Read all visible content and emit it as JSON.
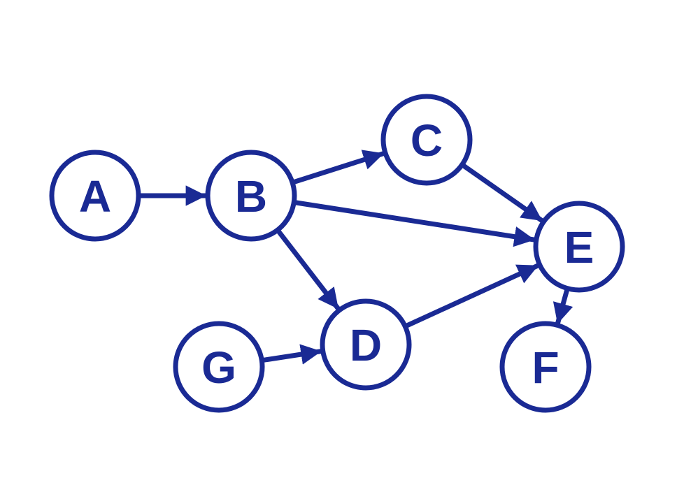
{
  "colors": {
    "stroke": "#1a2a94",
    "label": "#1a2a94",
    "node_fill": "#ffffff",
    "background": "#ffffff"
  },
  "nodes": [
    {
      "id": "A",
      "label": "A"
    },
    {
      "id": "B",
      "label": "B"
    },
    {
      "id": "C",
      "label": "C"
    },
    {
      "id": "D",
      "label": "D"
    },
    {
      "id": "E",
      "label": "E"
    },
    {
      "id": "F",
      "label": "F"
    },
    {
      "id": "G",
      "label": "G"
    }
  ],
  "edges": [
    {
      "from": "A",
      "to": "B"
    },
    {
      "from": "B",
      "to": "C"
    },
    {
      "from": "B",
      "to": "E"
    },
    {
      "from": "B",
      "to": "D"
    },
    {
      "from": "C",
      "to": "E"
    },
    {
      "from": "D",
      "to": "E"
    },
    {
      "from": "G",
      "to": "D"
    },
    {
      "from": "E",
      "to": "F"
    }
  ]
}
